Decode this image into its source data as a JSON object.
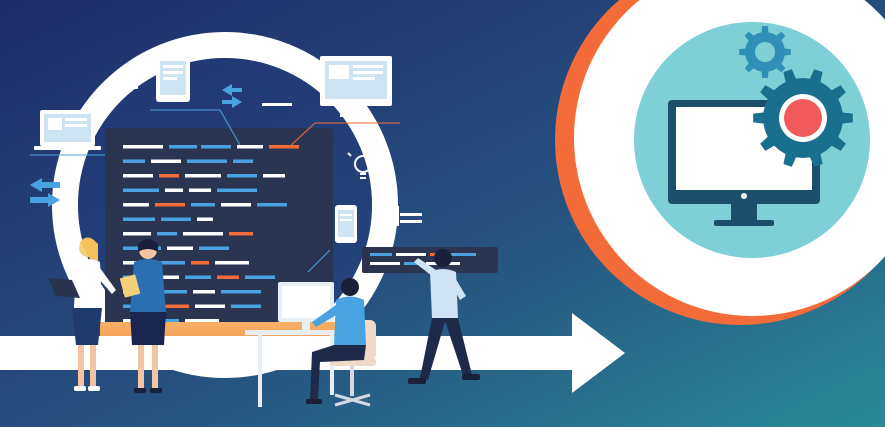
{
  "colors": {
    "bg_start": "#1f2c6b",
    "bg_end": "#2a8a99",
    "code_panel": "#2b3552",
    "accent_orange": "#f26b38",
    "accent_blue": "#4aa3e0",
    "ring": "#ffffff",
    "monitor_circle": "#7fcfd6",
    "gear": "#1b6f8e",
    "gear_center": "#f05a5a",
    "desk": "#f5a15a"
  },
  "icons": [
    "laptop-icon",
    "tablet-icon",
    "desktop-monitor-icon",
    "smartphone-icon",
    "lightbulb-icon",
    "swap-arrows-icon",
    "gear-icon",
    "monitor-icon",
    "arrow-right-icon"
  ],
  "people": [
    "woman-with-laptop",
    "woman-with-tablet",
    "man-at-desk",
    "man-pointing"
  ]
}
